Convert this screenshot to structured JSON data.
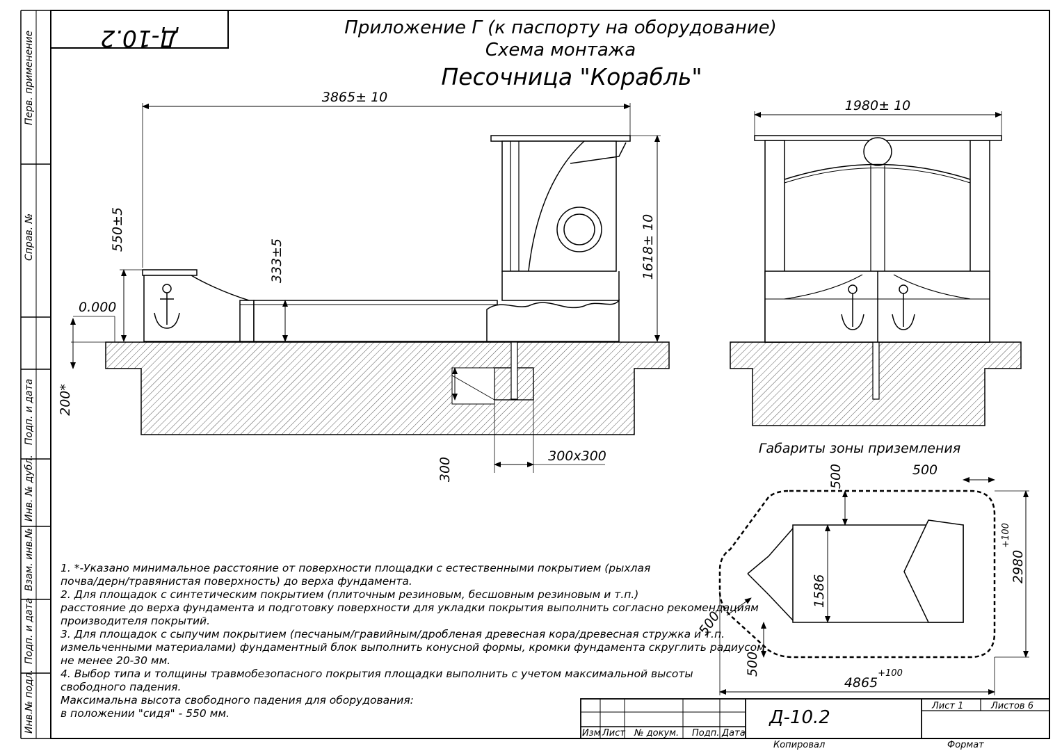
{
  "doc_code_rotated": "Д-10.2",
  "title": {
    "line1": "Приложение Г (к паспорту на оборудование)",
    "line2": "Схема монтажа",
    "line3": "Песочница \"Корабль\""
  },
  "side_strip": {
    "perv": "Перв. применение",
    "sprav": "Справ. №",
    "podp_date": "Подп. и дата",
    "inv_dubl": "Инв. № дубл.",
    "vzam_inv": "Взам. инв.№",
    "podp_date2": "Подп. и дата",
    "inv_podl": "Инв.№ подл."
  },
  "front_view": {
    "width": "3865± 10",
    "height": "1618± 10",
    "deck_height": "550±5",
    "wall_height": "333±5",
    "zero_level": "0.000",
    "min_depth": "200*",
    "pit_depth": "300",
    "pit_size": "300х300"
  },
  "side_view": {
    "width": "1980± 10"
  },
  "landing_zone": {
    "caption": "Габариты зоны приземления",
    "offset_top": "500",
    "offset_right": "500",
    "offset_left": "500",
    "offset_bottom": "500",
    "inner_width": "1586",
    "total_height": "2980",
    "total_height_tol": "+100",
    "total_length": "4865",
    "total_length_tol": "+100"
  },
  "notes": [
    "1. *-Указано минимальное расстояние от поверхности площадки с естественными покрытием (рыхлая",
    "почва/дерн/травянистая поверхность) до верха фундамента.",
    "2. Для площадок с синтетическим покрытием (плиточным резиновым, бесшовным резиновым и т.п.)",
    "расстояние до верха фундамента и подготовку поверхности для укладки покрытия выполнить согласно рекомендациям",
    "производителя покрытий.",
    "3. Для площадок с сыпучим покрытием (песчаным/гравийным/дробленая древесная кора/древесная стружка и т.п.",
    "измельченными материалами) фундаментный блок выполнить конусной формы, кромки фундамента скруглить радиусом",
    "не менее 20-30 мм.",
    "4. Выбор типа и толщины травмобезопасного покрытия площадки выполнить с учетом максимальной высоты",
    "свободного падения.",
    "Максимальна высота свободного падения для оборудования:",
    " в положении \"сидя\" - 550 мм."
  ],
  "stamp": {
    "code": "Д-10.2",
    "sheet_label": "Лист 1",
    "sheets_label": "Листов 6",
    "col_izm": "Изм",
    "col_list": "Лист",
    "col_docum": "№ докум.",
    "col_podp": "Подп.",
    "col_data": "Дата",
    "copied": "Копировал",
    "format": "Формат"
  },
  "colors": {
    "ink": "#000000",
    "paper": "#ffffff",
    "hatch": "#555555"
  }
}
